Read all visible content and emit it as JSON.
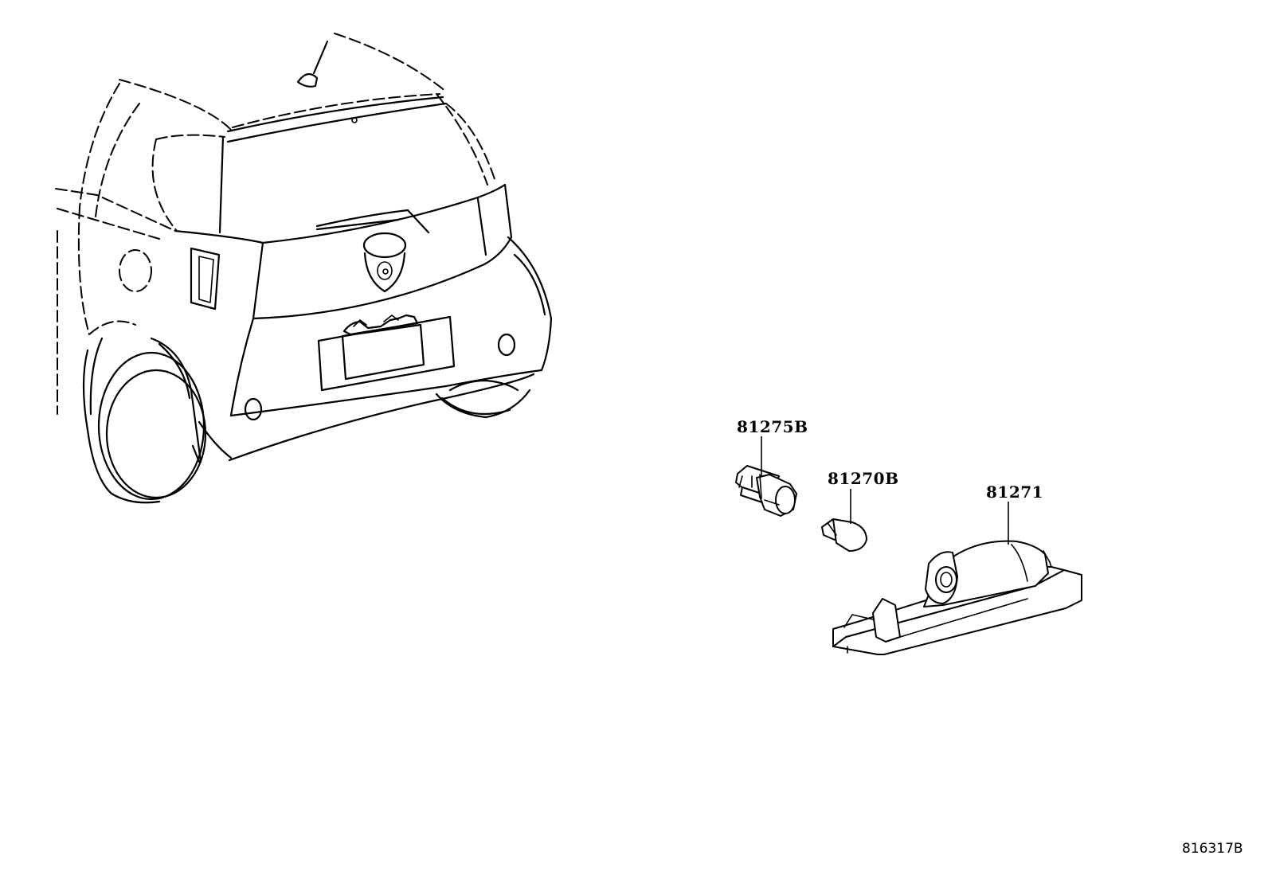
{
  "diagram": {
    "reference_code": "816317B",
    "callouts": [
      {
        "id": "socket",
        "part_number": "81275B"
      },
      {
        "id": "bulb",
        "part_number": "81270B"
      },
      {
        "id": "lamp",
        "part_number": "81271"
      }
    ]
  }
}
